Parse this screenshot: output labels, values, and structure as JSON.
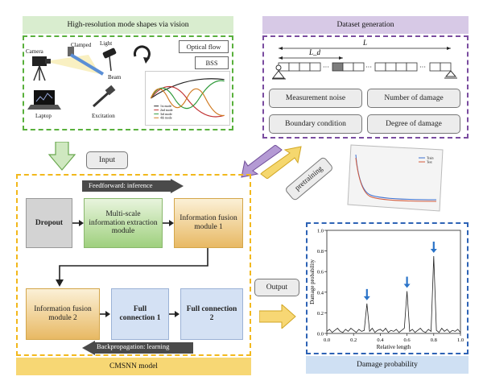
{
  "mode_shapes": {
    "title": "High-resolution mode shapes via vision",
    "camera": "Camera",
    "clamped": "Clamped",
    "light": "Light",
    "beam": "Beam",
    "laptop": "Laptop",
    "excitation": "Excitation",
    "optical_flow": "Optical flow",
    "bss": "BSS",
    "legend": [
      "1st mode",
      "2nd mode",
      "3rd mode",
      "4th mode"
    ]
  },
  "dataset": {
    "title": "Dataset generation",
    "ld_label": "L_d",
    "l_label": "L",
    "options": [
      "Measurement noise",
      "Number of damage",
      "Boundary condition",
      "Degree of damage"
    ]
  },
  "flow": {
    "input": "Input",
    "pretraining": "pretraining",
    "output": "Output",
    "train_legend": "Train",
    "test_legend": "Test"
  },
  "cmsnn": {
    "title": "CMSNN model",
    "feedforward": "Feedforward: inference",
    "backprop": "Backpropagation: learning",
    "dropout": "Dropout",
    "multiscale": "Multi-scale information extraction module",
    "fusion1": "Information fusion module 1",
    "fusion2": "Information fusion module 2",
    "full1": "Full connection 1",
    "full2": "Full connection 2"
  },
  "damage": {
    "title": "Damage probability",
    "ylabel": "Damage probability",
    "xlabel": "Relative length"
  },
  "chart_data": {
    "type": "line",
    "xlabel": "Relative length",
    "ylabel": "Damage probability",
    "xlim": [
      0,
      1
    ],
    "ylim": [
      0,
      1
    ],
    "xticks": [
      "0.0",
      "0.2",
      "0.4",
      "0.6",
      "0.8",
      "1.0"
    ],
    "yticks": [
      "0.0",
      "0.2",
      "0.4",
      "0.6",
      "0.8",
      "1.0"
    ],
    "x": [
      0,
      0.02,
      0.04,
      0.06,
      0.08,
      0.1,
      0.12,
      0.14,
      0.16,
      0.18,
      0.2,
      0.22,
      0.24,
      0.26,
      0.28,
      0.3,
      0.32,
      0.34,
      0.36,
      0.38,
      0.4,
      0.42,
      0.44,
      0.46,
      0.48,
      0.5,
      0.52,
      0.54,
      0.56,
      0.58,
      0.6,
      0.62,
      0.64,
      0.66,
      0.68,
      0.7,
      0.72,
      0.74,
      0.76,
      0.78,
      0.8,
      0.82,
      0.84,
      0.86,
      0.88,
      0.9,
      0.92,
      0.94,
      0.96,
      0.98,
      1.0
    ],
    "y": [
      0.02,
      0.04,
      0.01,
      0.03,
      0.05,
      0.02,
      0.01,
      0.04,
      0.02,
      0.05,
      0.03,
      0.01,
      0.04,
      0.02,
      0.03,
      0.29,
      0.02,
      0.05,
      0.01,
      0.03,
      0.04,
      0.02,
      0.05,
      0.01,
      0.03,
      0.02,
      0.04,
      0.01,
      0.03,
      0.05,
      0.41,
      0.02,
      0.04,
      0.01,
      0.03,
      0.05,
      0.02,
      0.01,
      0.04,
      0.02,
      0.75,
      0.03,
      0.01,
      0.05,
      0.02,
      0.04,
      0.01,
      0.03,
      0.02,
      0.04,
      0.01
    ],
    "peaks": [
      0.3,
      0.6,
      0.8
    ]
  }
}
